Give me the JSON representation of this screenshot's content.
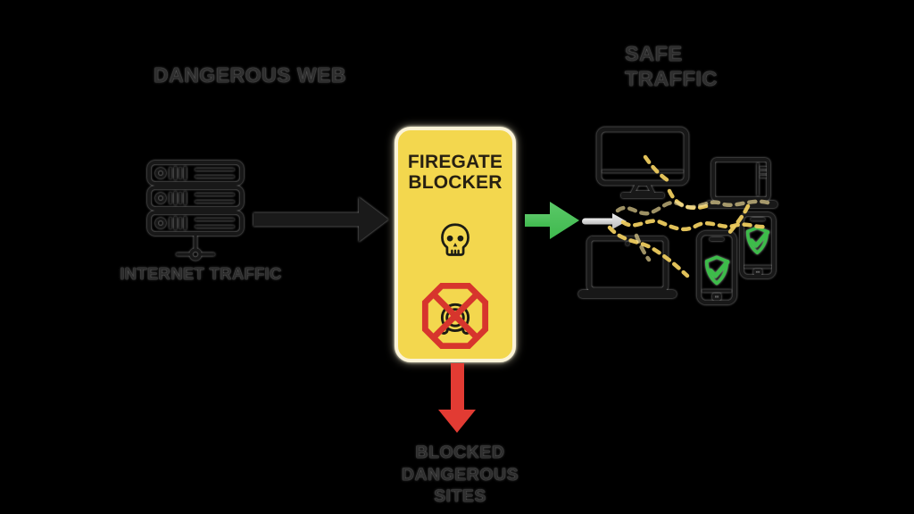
{
  "labels": {
    "dangerous_web": "DANGEROUS WEB",
    "safe_traffic_line1": "SAFE",
    "safe_traffic_line2": "TRAFFIC",
    "internet_traffic": "INTERNET TRAFFIC",
    "blocker_title_line1": "FIREGATE",
    "blocker_title_line2": "BLOCKER",
    "blocked_line1": "BLOCKED",
    "blocked_line2": "DANGEROUS",
    "blocked_line3": "SITES"
  },
  "colors": {
    "page_bg": "#000000",
    "text_dark": "#2E2E2E",
    "box_yellow": "#F3D74E",
    "box_border": "#FBF3D7",
    "box_text": "#272012",
    "icon_black": "#181818",
    "arrow_black": "#1A1A1A",
    "arrow_green": "#3FB94E",
    "arrow_green_light": "#5BC868",
    "arrow_gray": "#D4D4D4",
    "arrow_gray_dark": "#BDBDBD",
    "arrow_red": "#E23B33",
    "prohibit_red": "#D7352D",
    "shield_green": "#3DBB4A",
    "squiggle_yellow": "#EDCB5E"
  },
  "icons": {
    "server": "server-stack-icon",
    "skull": "skull-icon",
    "blocked_webcam": "blocked-webcam-icon",
    "monitor": "monitor-icon",
    "laptop": "laptop-icon",
    "smartphone": "smartphone-icon",
    "shield_check": "shield-check-icon"
  }
}
